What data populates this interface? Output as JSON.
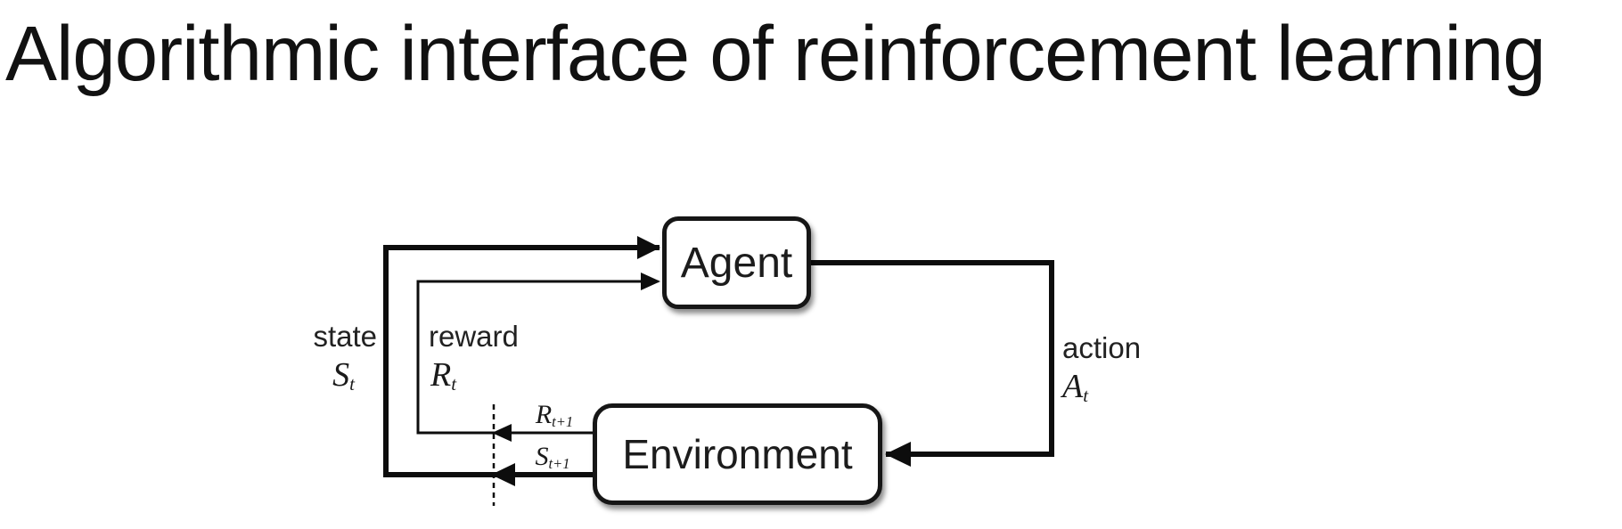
{
  "title": "Algorithmic interface of reinforcement learning",
  "diagram": {
    "agent": {
      "label": "Agent"
    },
    "environment": {
      "label": "Environment"
    },
    "state": {
      "word": "state",
      "symbol": "S",
      "sub": "t"
    },
    "reward": {
      "word": "reward",
      "symbol": "R",
      "sub": "t"
    },
    "action": {
      "word": "action",
      "symbol": "A",
      "sub": "t"
    },
    "next_reward": {
      "symbol": "R",
      "sub": "t+1"
    },
    "next_state": {
      "symbol": "S",
      "sub": "t+1"
    }
  },
  "colors": {
    "line": "#0d0d0d",
    "background": "#ffffff",
    "text": "#111111"
  }
}
